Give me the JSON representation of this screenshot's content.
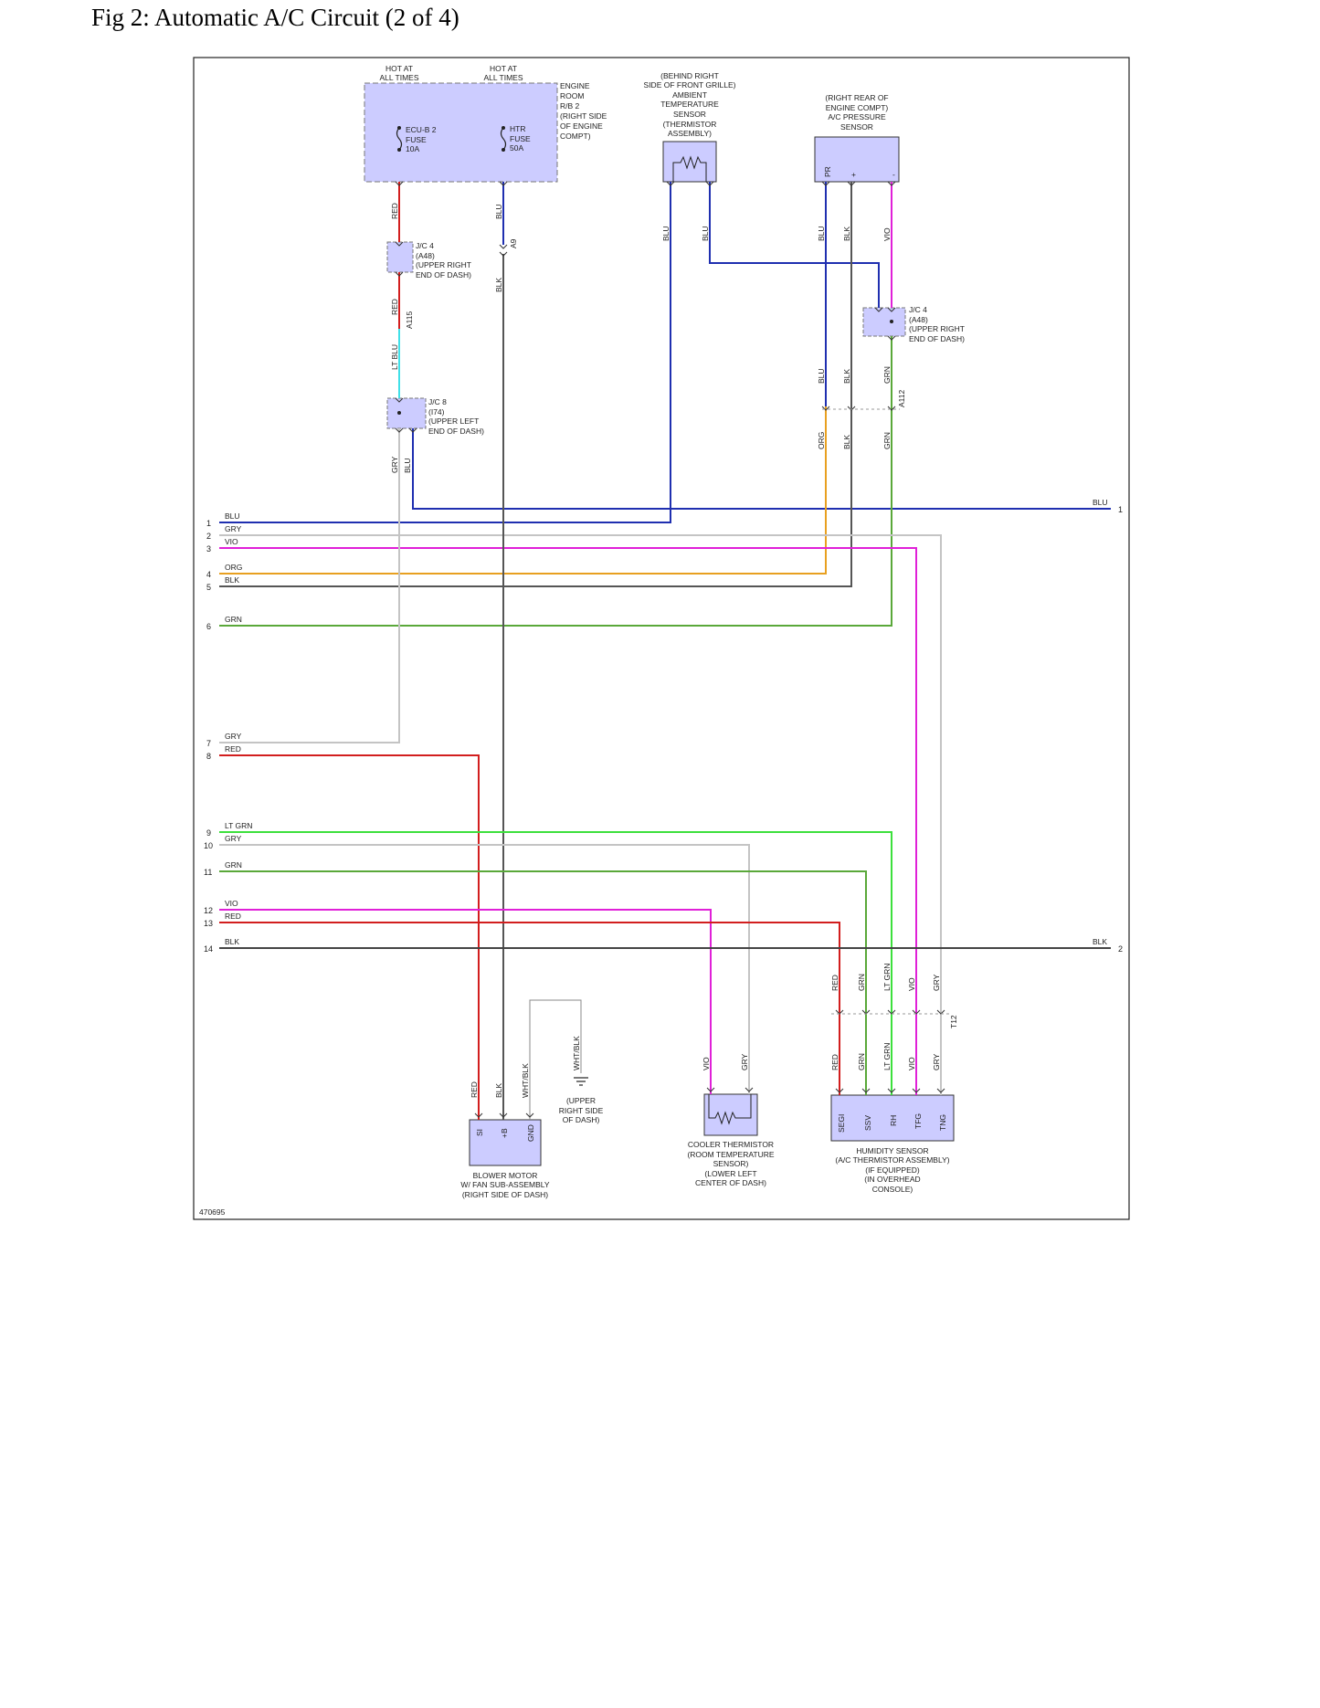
{
  "title": "Fig 2: Automatic A/C Circuit (2 of 4)",
  "figure_id": "470695",
  "colors": {
    "BLU": "#1f2fb0",
    "GRY": "#b4b4b4",
    "VIO": "#e020d8",
    "ORG": "#e8a020",
    "BLK": "#333333",
    "GRN": "#5aa83a",
    "RED": "#d21e1e",
    "LTGRN": "#3ce03c",
    "LTBLU": "#40e0e8",
    "COMP": "#ccccff"
  },
  "supply": {
    "hot1": [
      "HOT AT",
      "ALL TIMES"
    ],
    "hot2": [
      "HOT AT",
      "ALL TIMES"
    ],
    "rb_label": [
      "ENGINE",
      "ROOM",
      "R/B 2",
      "(RIGHT SIDE",
      "OF ENGINE",
      "COMPT)"
    ],
    "fuse1": [
      "ECU-B 2",
      "FUSE",
      "10A"
    ],
    "fuse2": [
      "HTR",
      "FUSE",
      "50A"
    ]
  },
  "ambient_sensor": [
    "(BEHIND RIGHT",
    "SIDE OF FRONT GRILLE)",
    "AMBIENT",
    "TEMPERATURE",
    "SENSOR",
    "(THERMISTOR",
    "ASSEMBLY)"
  ],
  "pressure_sensor": {
    "label": [
      "(RIGHT REAR OF",
      "ENGINE COMPT)",
      "A/C PRESSURE",
      "SENSOR"
    ],
    "pins": [
      "PR",
      "+",
      "-"
    ]
  },
  "jc4_top": [
    "J/C 4",
    "(A48)",
    "(UPPER RIGHT",
    "END OF DASH)"
  ],
  "jc4_right": [
    "J/C 4",
    "(A48)",
    "(UPPER RIGHT",
    "END OF DASH)"
  ],
  "jc8": [
    "J/C 8",
    "(I74)",
    "(UPPER LEFT",
    "END OF DASH)"
  ],
  "connectors": {
    "a9": "A9",
    "a115": "A115",
    "a112": "A112",
    "t12": "T12"
  },
  "terminals": [
    {
      "n": "1",
      "wire": "BLU"
    },
    {
      "n": "2",
      "wire": "GRY"
    },
    {
      "n": "3",
      "wire": "VIO"
    },
    {
      "n": "4",
      "wire": "ORG"
    },
    {
      "n": "5",
      "wire": "BLK"
    },
    {
      "n": "6",
      "wire": "GRN"
    },
    {
      "n": "7",
      "wire": "GRY"
    },
    {
      "n": "8",
      "wire": "RED"
    },
    {
      "n": "9",
      "wire": "LT GRN"
    },
    {
      "n": "10",
      "wire": "GRY"
    },
    {
      "n": "11",
      "wire": "GRN"
    },
    {
      "n": "12",
      "wire": "VIO"
    },
    {
      "n": "13",
      "wire": "RED"
    },
    {
      "n": "14",
      "wire": "BLK"
    }
  ],
  "right_terminals": [
    {
      "n": "1",
      "wire": "BLU"
    },
    {
      "n": "2",
      "wire": "BLK"
    }
  ],
  "blower": {
    "label": [
      "BLOWER MOTOR",
      "W/ FAN SUB-ASSEMBLY",
      "(RIGHT SIDE OF DASH)"
    ],
    "pins": [
      "SI",
      "+B",
      "GND"
    ]
  },
  "ground": [
    "(UPPER",
    "RIGHT SIDE",
    "OF DASH)"
  ],
  "cooler": [
    "COOLER THERMISTOR",
    "(ROOM TEMPERATURE",
    "SENSOR)",
    "(LOWER LEFT",
    "CENTER OF DASH)"
  ],
  "humidity": {
    "label": [
      "HUMIDITY SENSOR",
      "(A/C THERMISTOR ASSEMBLY)",
      "(IF EQUIPPED)",
      "(IN OVERHEAD",
      "CONSOLE)"
    ],
    "pins": [
      "SEGI",
      "SSV",
      "RH",
      "TFG",
      "TNG"
    ]
  },
  "wire_names": {
    "RED": "RED",
    "BLU": "BLU",
    "BLK": "BLK",
    "GRY": "GRY",
    "VIO": "VIO",
    "ORG": "ORG",
    "GRN": "GRN",
    "LTBLU": "LT BLU",
    "LTGRN": "LT GRN",
    "WHTBLK": "WHT/BLK"
  }
}
